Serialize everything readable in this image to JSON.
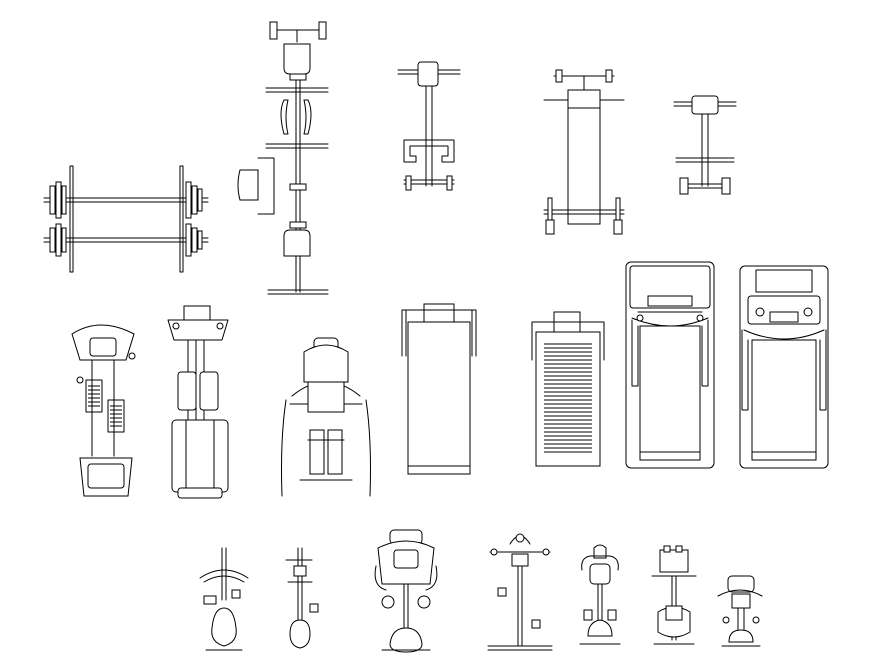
{
  "drawing": {
    "background": "#ffffff",
    "line_color": "#000000",
    "equipment": [
      {
        "id": "barbell-rack",
        "icon": "barbell-icon"
      },
      {
        "id": "multi-station-bench",
        "icon": "bench-icon"
      },
      {
        "id": "weight-bench-a",
        "icon": "bench-icon"
      },
      {
        "id": "weight-bench-b",
        "icon": "bench-icon"
      },
      {
        "id": "weight-bench-c",
        "icon": "bench-icon"
      },
      {
        "id": "stepper-a",
        "icon": "stepper-icon"
      },
      {
        "id": "stepper-b",
        "icon": "stepper-icon"
      },
      {
        "id": "elliptical",
        "icon": "elliptical-icon"
      },
      {
        "id": "treadmill-a",
        "icon": "treadmill-icon"
      },
      {
        "id": "treadmill-b",
        "icon": "treadmill-icon"
      },
      {
        "id": "treadmill-c",
        "icon": "treadmill-icon"
      },
      {
        "id": "treadmill-d",
        "icon": "treadmill-icon"
      },
      {
        "id": "exercise-bike-a",
        "icon": "bike-icon"
      },
      {
        "id": "exercise-bike-b",
        "icon": "bike-icon"
      },
      {
        "id": "exercise-bike-c",
        "icon": "bike-icon"
      },
      {
        "id": "exercise-bike-d",
        "icon": "bike-icon"
      },
      {
        "id": "exercise-bike-e",
        "icon": "bike-icon"
      },
      {
        "id": "exercise-bike-f",
        "icon": "bike-icon"
      },
      {
        "id": "exercise-bike-g",
        "icon": "bike-icon"
      }
    ]
  }
}
